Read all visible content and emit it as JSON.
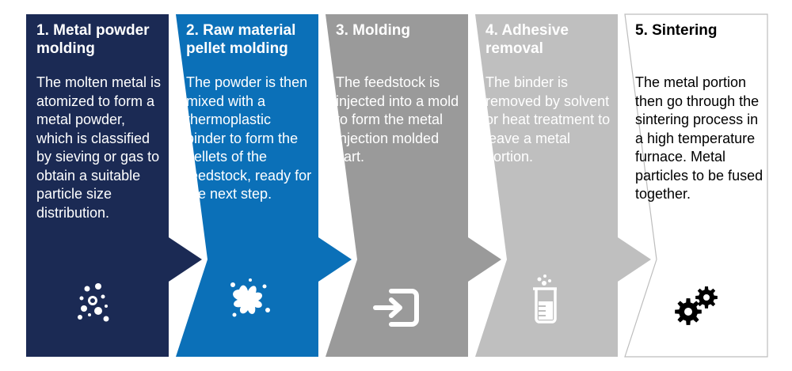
{
  "steps": [
    {
      "title": "1. Metal powder molding",
      "description": "The molten metal is atomized to form a metal powder, which is classified by sieving or gas to obtain a suitable particle size distribution.",
      "icon": "powder-particles-icon",
      "fill": "#1b2a54",
      "text_color": "#ffffff"
    },
    {
      "title": "2. Raw material pellet molding",
      "description": "The powder is then mixed with a thermoplastic binder to form the pellets of the feedstock, ready for the next step.",
      "icon": "splash-icon",
      "fill": "#0b70b8",
      "text_color": "#ffffff"
    },
    {
      "title": "3. Molding",
      "description": "The feedstock is injected into a mold to form the metal injection molded part.",
      "icon": "inject-into-mold-icon",
      "fill": "#9a9a9a",
      "text_color": "#ffffff"
    },
    {
      "title": "4. Adhesive removal",
      "description": "The binder is removed by solvent or heat treatment to leave a metal portion.",
      "icon": "beaker-icon",
      "fill": "#bfbfbf",
      "text_color": "#ffffff"
    },
    {
      "title": "5. Sintering",
      "description": "The metal portion then go through the sintering process in a high temperature furnace.  Metal particles to be fused together.",
      "icon": "gears-icon",
      "fill": "#ffffff",
      "text_color": "#000000"
    }
  ]
}
